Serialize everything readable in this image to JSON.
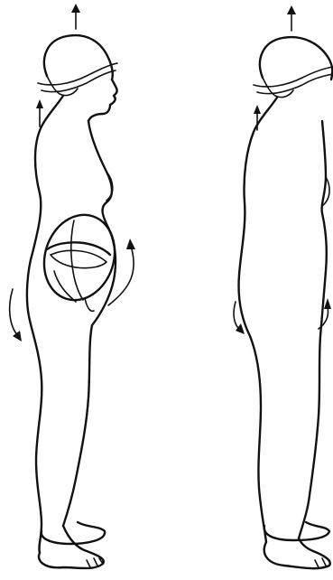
{
  "illustration": {
    "panels": [
      {
        "name": "figure-with-pelvis-rotation",
        "arrows": [
          "up-arrow-top",
          "up-arrow-neck",
          "rotate-arrow-back",
          "rotate-arrow-front"
        ]
      },
      {
        "name": "figure-upright-posture",
        "arrows": [
          "up-arrow-top",
          "up-arrow-neck",
          "rotate-arrow-back",
          "rotate-arrow-front"
        ]
      }
    ],
    "icons": [
      "up-arrow-icon",
      "curved-arrow-icon",
      "pelvis-ellipse-icon"
    ],
    "colors": {
      "ink": "#111111",
      "background": "#ffffff"
    }
  }
}
